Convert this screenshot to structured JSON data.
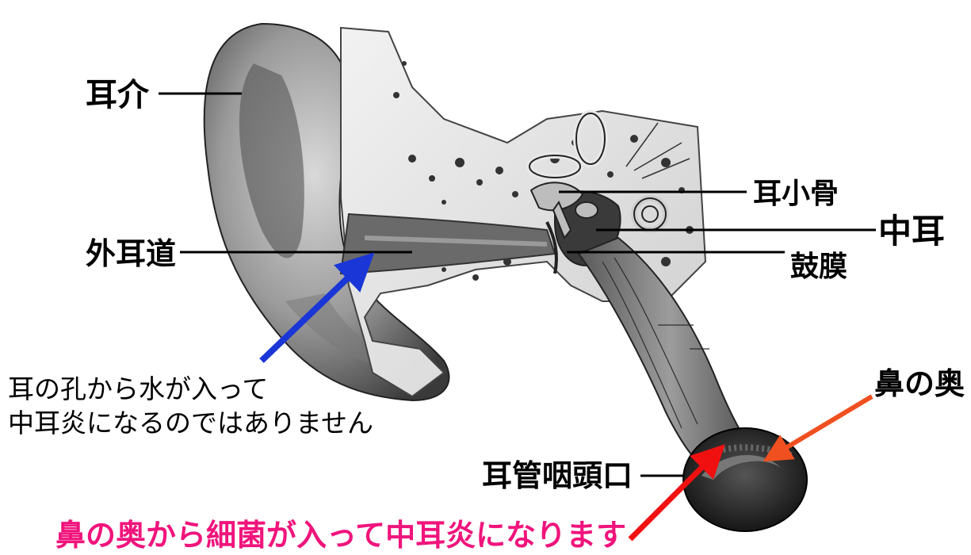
{
  "labels": {
    "auricle": "耳介",
    "external_canal": "外耳道",
    "ossicles": "耳小骨",
    "middle_ear": "中耳",
    "eardrum": "鼓膜",
    "back_of_nose": "鼻の奥",
    "eustachian_opening": "耳管咽頭口"
  },
  "notes": {
    "water_line1": "耳の孔から水が入って",
    "water_line2": "中耳炎になるのではありません",
    "bacteria": "鼻の奥から細菌が入って中耳炎になります"
  },
  "colors": {
    "blue_arrow": "#1a36d6",
    "red_arrow": "#f01010",
    "orange_arrow": "#f05020",
    "pink_text": "#f0147c"
  }
}
